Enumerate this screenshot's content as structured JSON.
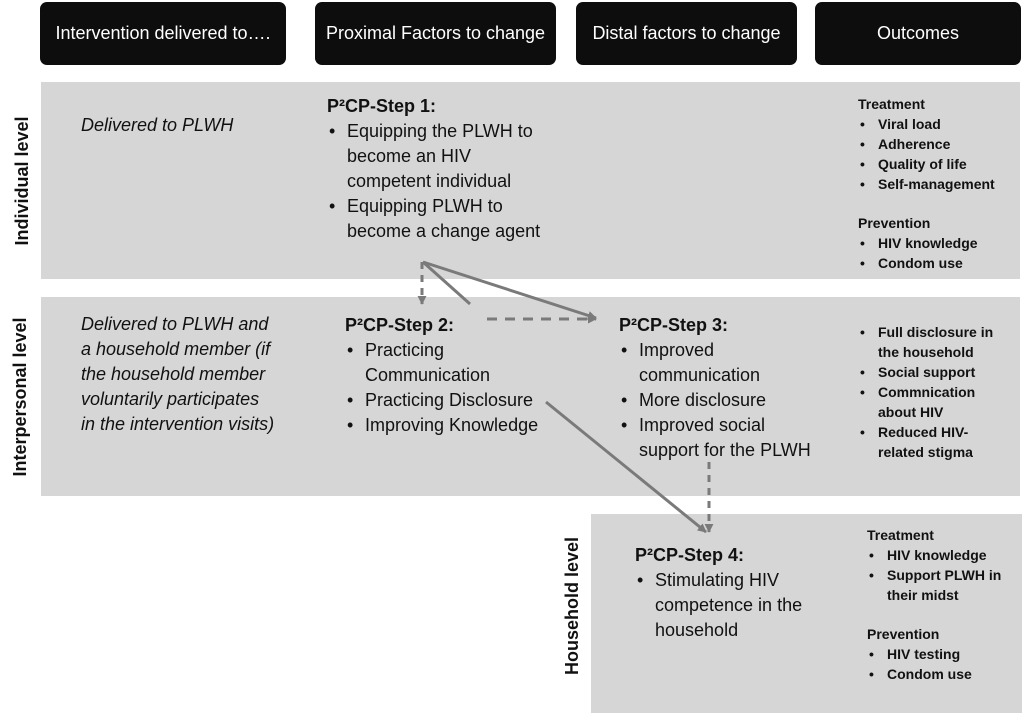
{
  "headers": {
    "intervention": "Intervention delivered to….",
    "proximal": "Proximal Factors to change",
    "distal": "Distal factors to change",
    "outcomes": "Outcomes"
  },
  "rows": {
    "individual": {
      "label": "Individual level",
      "delivered": "Delivered to PLWH",
      "step1": {
        "title": "P²CP-Step 1:",
        "items": [
          "Equipping the PLWH to become an HIV competent individual",
          "Equipping PLWH to become a change agent"
        ]
      },
      "outcomes": {
        "treatment_title": "Treatment",
        "treatment": [
          "Viral load",
          "Adherence",
          "Quality of life",
          "Self-management"
        ],
        "prevention_title": "Prevention",
        "prevention": [
          "HIV knowledge",
          "Condom use"
        ]
      }
    },
    "interpersonal": {
      "label": "Interpersonal level",
      "delivered": "Delivered to PLWH and a household member (if the household member voluntarily participates in the intervention visits)",
      "step2": {
        "title": "P²CP-Step 2:",
        "items": [
          "Practicing Communication",
          "Practicing Disclosure",
          "Improving Knowledge"
        ]
      },
      "step3": {
        "title": "P²CP-Step 3:",
        "items": [
          "Improved communication",
          "More disclosure",
          "Improved social support for the PLWH"
        ]
      },
      "outcomes": {
        "items": [
          "Full disclosure in the household",
          "Social support",
          "Commnication about HIV",
          "Reduced HIV-related stigma"
        ]
      }
    },
    "household": {
      "label": "Household level",
      "step4": {
        "title": "P²CP-Step 4:",
        "items": [
          "Stimulating HIV competence in the household"
        ]
      },
      "outcomes": {
        "treatment_title": "Treatment",
        "treatment": [
          "HIV knowledge",
          "Support PLWH in their midst"
        ],
        "prevention_title": "Prevention",
        "prevention": [
          "HIV testing",
          "Condom use"
        ]
      }
    }
  },
  "colors": {
    "header_bg": "#0d0d0d",
    "band_bg": "#d6d6d6",
    "arrow": "#7a7a7a"
  }
}
